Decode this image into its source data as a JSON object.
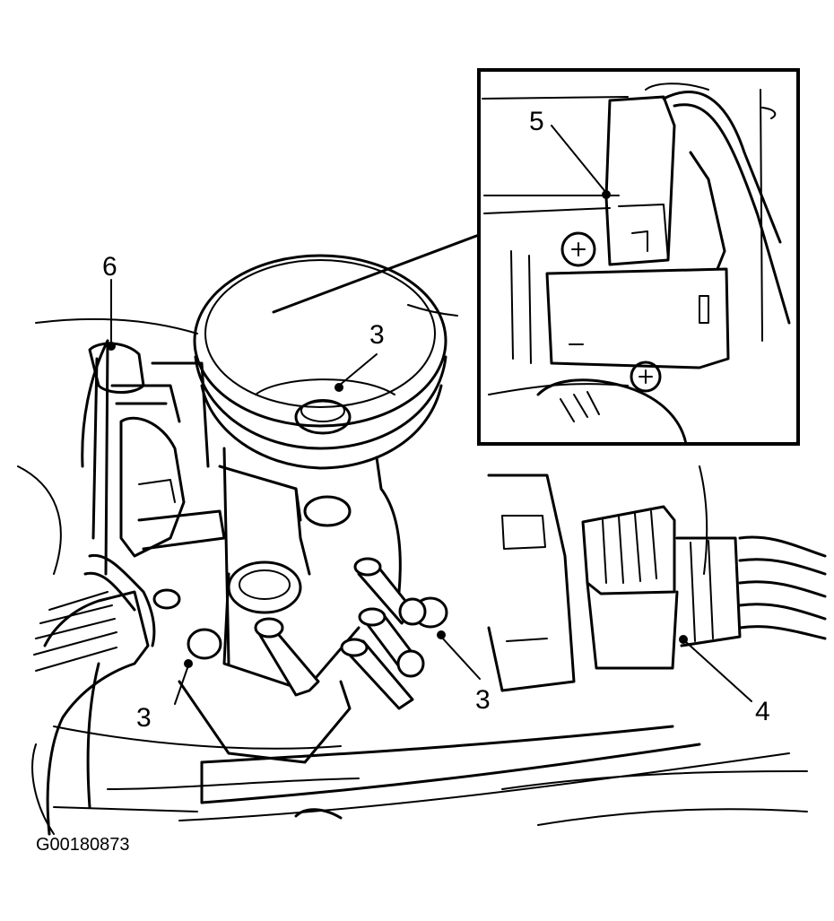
{
  "figure": {
    "id": "G00180873",
    "callouts": {
      "c3_top": "3",
      "c3_left": "3",
      "c3_right": "3",
      "c4": "4",
      "c5": "5",
      "c6": "6"
    }
  }
}
